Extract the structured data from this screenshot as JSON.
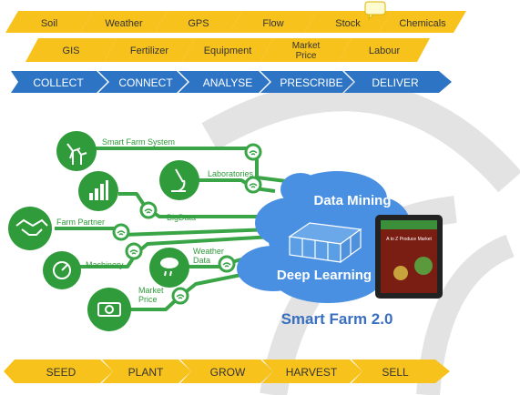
{
  "top_row_1": [
    "Soil",
    "Weather",
    "GPS",
    "Flow",
    "Stock",
    "Chemicals"
  ],
  "top_row_2": [
    "GIS",
    "Fertilizer",
    "Equipment",
    "Market Price",
    "Labour"
  ],
  "process_steps": [
    "COLLECT",
    "CONNECT",
    "ANALYSE",
    "PRESCRIBE",
    "DELIVER"
  ],
  "bottom_steps": [
    "SEED",
    "PLANT",
    "GROW",
    "HARVEST",
    "SELL"
  ],
  "nodes": {
    "smart_farm_system": "Smart Farm System",
    "laboratories": "Laboratories",
    "bigdata": "BigData",
    "farm_partner": "Farm Partner",
    "machinery": "Machinery",
    "weather_data": "Weather Data",
    "market_price": "Market Price"
  },
  "cloud": {
    "data_mining": "Data Mining",
    "deep_learning": "Deep Learning"
  },
  "title": "Smart Farm 2.0",
  "tablet_screen_text": "A to Z Produce Market",
  "colors": {
    "yellow": "#f7c21b",
    "blue": "#2e74c4",
    "green": "#2f9b3a",
    "cloud": "#4a90e2",
    "title": "#3a6fc0"
  },
  "icons": [
    "wind-turbine-icon",
    "microscope-icon",
    "bar-chart-icon",
    "handshake-icon",
    "gauge-icon",
    "cloud-rain-icon",
    "money-icon",
    "wifi-icon",
    "chat-icon",
    "greenhouse-icon",
    "tablet-icon"
  ]
}
